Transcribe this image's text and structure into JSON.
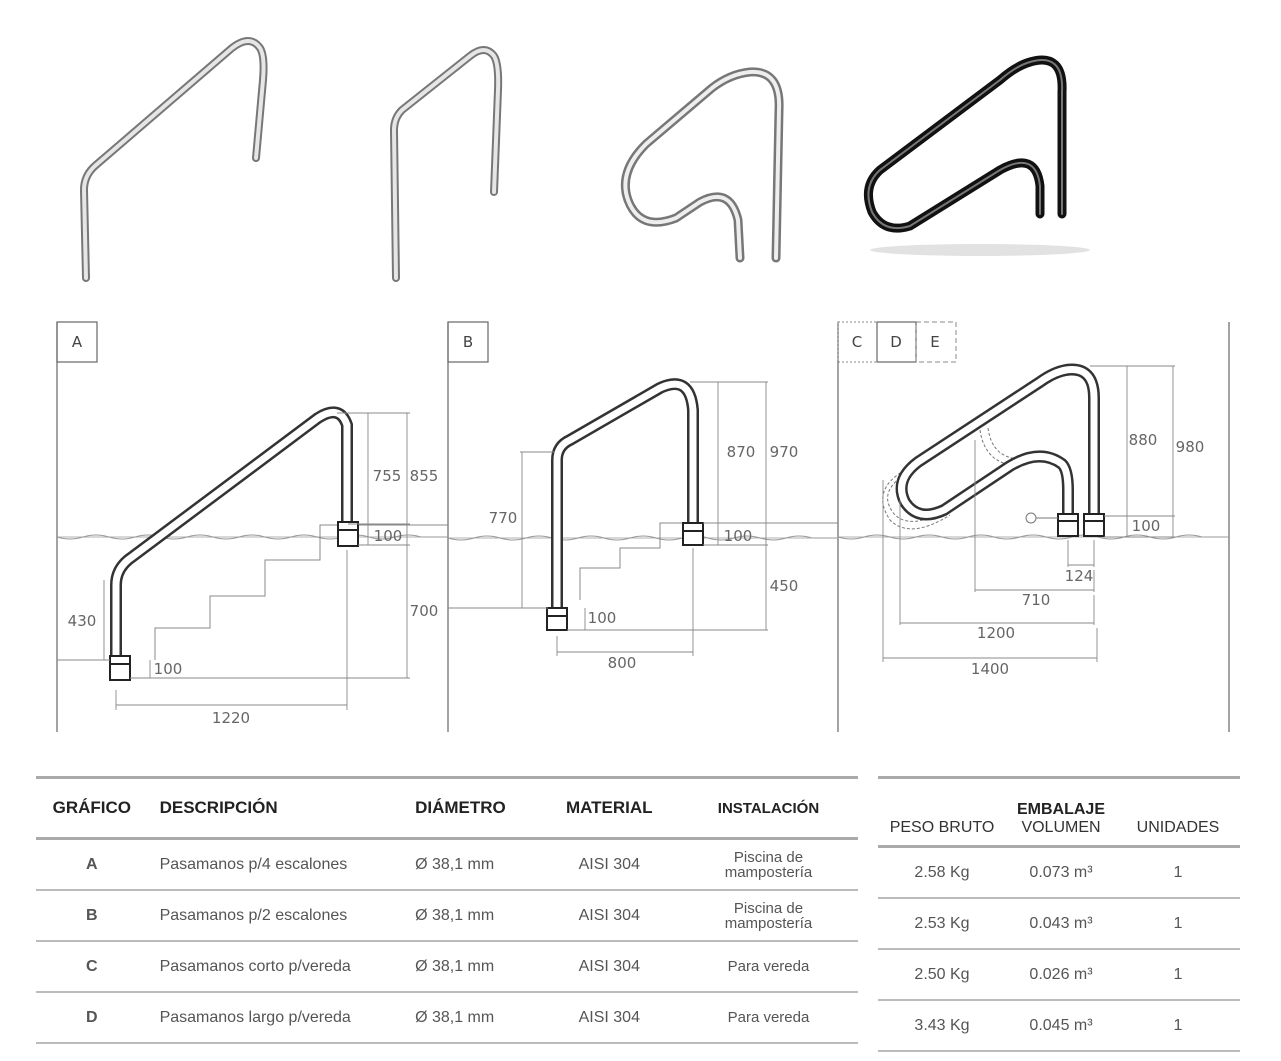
{
  "panels": {
    "a_label": "A",
    "b_label": "B",
    "c_label": "C",
    "d_label": "D",
    "e_label": "E"
  },
  "dimensions": {
    "a": [
      "755",
      "855",
      "100",
      "700",
      "430",
      "100",
      "1220"
    ],
    "b": [
      "870",
      "970",
      "770",
      "100",
      "450",
      "100",
      "800"
    ],
    "cde": [
      "880",
      "980",
      "100",
      "124",
      "710",
      "1200",
      "1400"
    ]
  },
  "table_main": {
    "headers": [
      "GRÁFICO",
      "DESCRIPCIÓN",
      "DIÁMETRO",
      "MATERIAL",
      "INSTALACIÓN"
    ],
    "rows": [
      {
        "grafico": "A",
        "descripcion": "Pasamanos p/4 escalones",
        "diametro": "Ø 38,1 mm",
        "material": "AISI 304",
        "instalacion_1": "Piscina de",
        "instalacion_2": "mampostería"
      },
      {
        "grafico": "B",
        "descripcion": "Pasamanos p/2 escalones",
        "diametro": "Ø 38,1 mm",
        "material": "AISI 304",
        "instalacion_1": "Piscina de",
        "instalacion_2": "mampostería"
      },
      {
        "grafico": "C",
        "descripcion": "Pasamanos corto p/vereda",
        "diametro": "Ø 38,1 mm",
        "material": "AISI 304",
        "instalacion_1": "Para vereda",
        "instalacion_2": ""
      },
      {
        "grafico": "D",
        "descripcion": "Pasamanos largo p/vereda",
        "diametro": "Ø 38,1 mm",
        "material": "AISI 304",
        "instalacion_1": "Para vereda",
        "instalacion_2": ""
      }
    ]
  },
  "table_pack": {
    "header_group": "EMBALAJE",
    "headers": [
      "PESO BRUTO",
      "VOLUMEN",
      "UNIDADES"
    ],
    "rows": [
      {
        "peso": "2.58 Kg",
        "volumen": "0.073 m³",
        "unidades": "1"
      },
      {
        "peso": "2.53 Kg",
        "volumen": "0.043 m³",
        "unidades": "1"
      },
      {
        "peso": "2.50 Kg",
        "volumen": "0.026 m³",
        "unidades": "1"
      },
      {
        "peso": "3.43 Kg",
        "volumen": "0.045 m³",
        "unidades": "1"
      }
    ]
  },
  "colors": {
    "accent": "#1f7fc0",
    "line": "#333333",
    "dim": "#888888"
  }
}
